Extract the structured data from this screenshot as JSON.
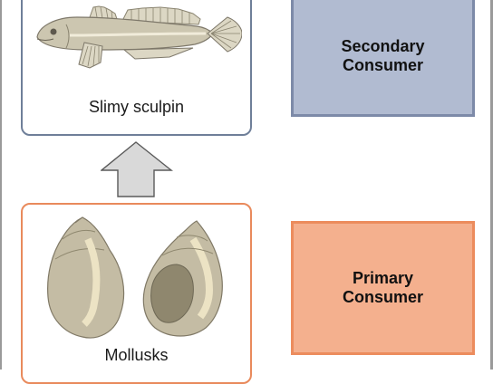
{
  "organisms": {
    "top_label": "Slimy sculpin",
    "bottom_label": "Mollusks"
  },
  "levels": {
    "secondary": [
      "Secondary",
      "Consumer"
    ],
    "primary": [
      "Primary",
      "Consumer"
    ]
  },
  "colors": {
    "secondary_fill": "#b1bbd1",
    "primary_fill": "#f4b08e",
    "top_card_border": "#6f7f99",
    "bottom_card_border": "#e98a5c",
    "arrow_fill": "#d9d9d9"
  }
}
